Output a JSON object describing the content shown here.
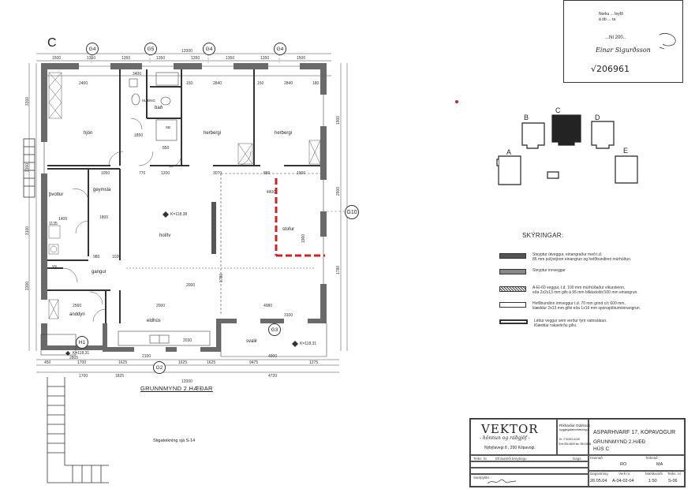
{
  "sheet": {
    "building_letter": "C",
    "drawing_title": "GRUNNMYND 2.HÆÐAR",
    "stair_note": "Stigateikning sjá S-14"
  },
  "stamp": {
    "line1": "Norku ... leyfð",
    "line2": "á ób ... ra",
    "date": "...NI 200..",
    "signature": "Einar Sigurðsson",
    "number": "√206961"
  },
  "grid_labels": {
    "top": [
      "G4",
      "G5",
      "G4",
      "G4"
    ],
    "right": "G10",
    "g3": "G3",
    "g2": "G2",
    "h1": "H1"
  },
  "rooms": {
    "hjon": "hjón",
    "bad": "bað",
    "herbergi1": "herbergi",
    "herbergi2": "herbergi",
    "thvottur": "þvottur",
    "geymsla": "geymsla",
    "hol": "hol/tv",
    "stofur": "stofur",
    "gangur": "gangur",
    "anddyri": "anddyri",
    "eldhus": "eldhús",
    "svalir": "svalir",
    "hlidng": "HLIÐNG",
    "sb": "SB",
    "vs": "VS"
  },
  "levels": {
    "hol": "K=118,38",
    "svalir": "K=118,31",
    "h1": "K=118,31"
  },
  "dimensions": {
    "top_total": "12000",
    "top_segments": [
      "1500",
      "1350",
      "1350",
      "1350",
      "1350",
      "1350",
      "1350",
      "1500"
    ],
    "top_inner": [
      "2400",
      "3400",
      "150",
      "2840",
      "150",
      "2840",
      "180"
    ],
    "mid1": [
      "1050",
      "770",
      "1200",
      "3070",
      "880",
      "1900"
    ],
    "mid2": [
      "4400"
    ],
    "lower": [
      "2560",
      "2000",
      "4980",
      "3100"
    ],
    "bottom_total": "12000",
    "bottom_segments": [
      "450",
      "1700",
      "1625",
      "2100",
      "1625",
      "1625",
      "4900",
      "1275"
    ],
    "bottom2": [
      "1700",
      "1825",
      "4720"
    ],
    "left_side": [
      "3300",
      "3300",
      "3100",
      "3300"
    ],
    "right_side": [
      "1900",
      "2900",
      "1780"
    ],
    "misc": [
      "1405",
      "1135",
      "1800",
      "1850",
      "2000",
      "2030",
      "1780",
      "9475",
      "2805",
      "850",
      "1020",
      "980",
      "1960"
    ]
  },
  "key_plan": {
    "labels": [
      "A",
      "B",
      "C",
      "D",
      "E"
    ]
  },
  "legend": {
    "title": "SKÝRINGAR:",
    "items": [
      {
        "line1": "Steyptur útveggur, einangraður með t.d.",
        "line2": "85 mm polýstýren einangrun og hefðbundinni múrhúðun."
      },
      {
        "line1": "Steyptur innveggur",
        "line2": ""
      },
      {
        "line1": "A-El-60 veggur, t.d. 100 mm múrhúðaður vikursteinn,",
        "line2": "eða 2x2x13 mm gifs á 95 mm blikkstoðir/100 mm einangrun."
      },
      {
        "line1": "Hefðbundinn innveggur t.d. 70 mm grind c/c 600 mm,",
        "line2": "klæddur 2x13 mm gifsi eða 1x16 mm spónaplötum/einangrun."
      },
      {
        "line1": "Léttur veggur sem verður fyrir vatnsálaun.",
        "line2": "Klæddur rakavörðu gifsi."
      }
    ]
  },
  "title_block": {
    "company": "VEKTOR",
    "tagline": "- hönnun og ráðgjöf -",
    "address": "Nýbýlavegi 8 , 200 Kópavogi.",
    "engineer": "Ríkharður Oddsson",
    "engineer_title": "byggingatæknifræðingur",
    "kt": "Kt. 270263-0139",
    "phones": "Sími 554-6699 fax: 554-6688",
    "project": "ASPARHVARF 17, KÓPAVOGUR",
    "drawing": "GRUNNMYND 2.HÆÐ",
    "house": "HÚS C",
    "hannad_label": "Hannað",
    "hannad_value": "RO",
    "teiknad_label": "Teiknað",
    "teiknad_value": "MA",
    "dags_label": "Dagsetning",
    "dags_value": "26.05.04",
    "verk_label": "Verk nr.",
    "verk_value": "A-04-02-04",
    "mk_label": "Mælikvarði",
    "mk_value": "1:50",
    "tnr_label": "Teikn. nr.",
    "tnr_value": "S-06",
    "rev_label1": "Teikn. br.",
    "rev_label2": "Efnisatriði breytingu",
    "rev_label3": "Dags.",
    "signed_label": "Samþykkt"
  },
  "colors": {
    "markup_red": "#d42020",
    "wall_dark": "#555555",
    "line": "#333333"
  }
}
